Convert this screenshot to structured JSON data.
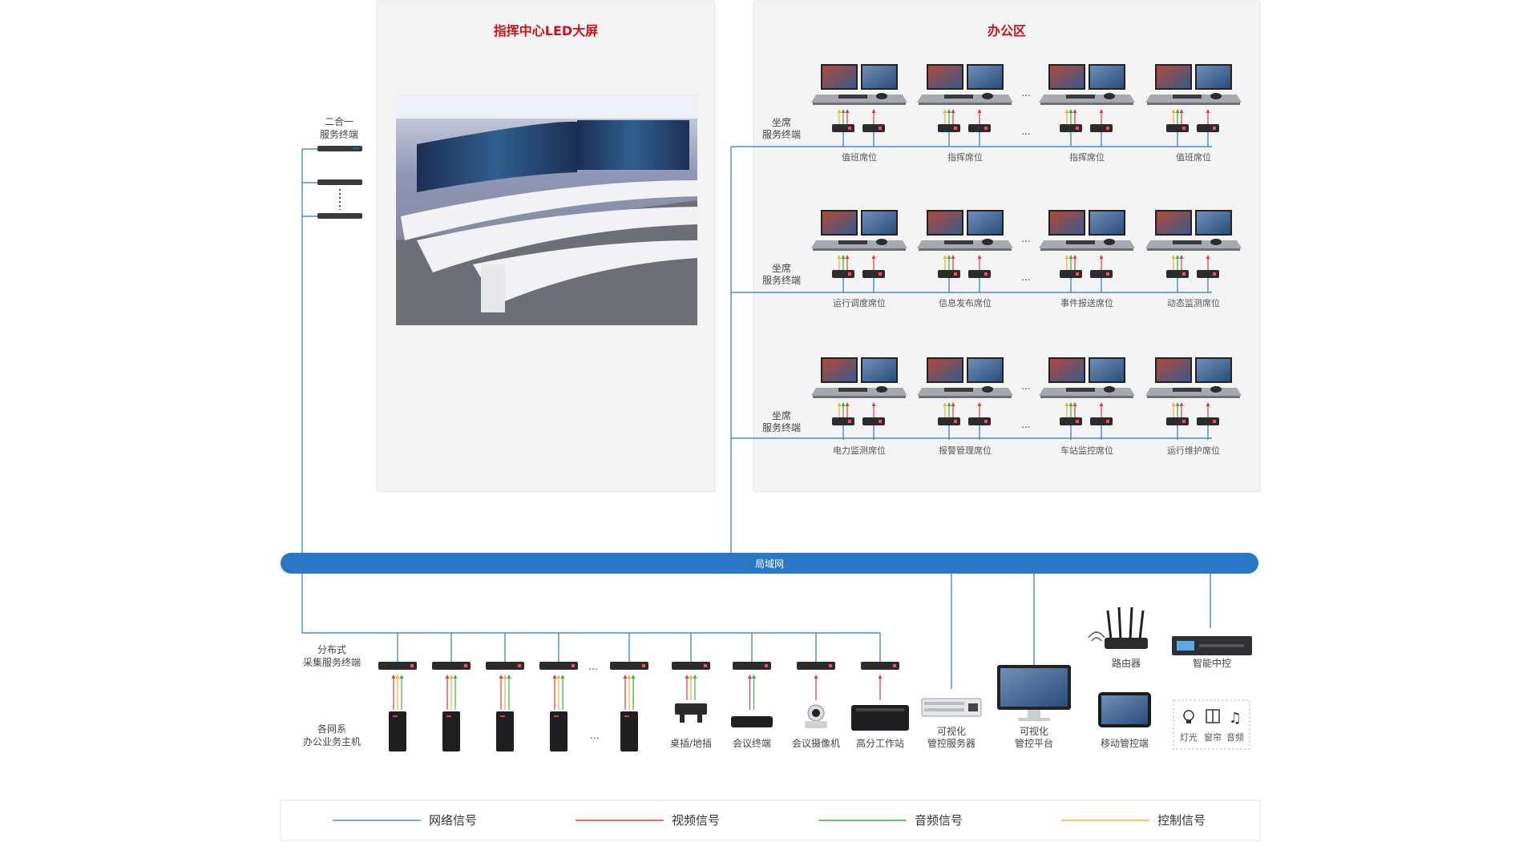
{
  "panels": {
    "command_center_title": "指挥中心LED大屏",
    "office_title": "办公区"
  },
  "left_servers": {
    "label_line1": "二合一",
    "label_line2": "服务终端"
  },
  "office": {
    "seat_terminal_line1": "坐席",
    "seat_terminal_line2": "服务终端",
    "ellipsis": "...",
    "rows": [
      {
        "seats": [
          "值班席位",
          "指挥席位",
          "指挥席位",
          "值班席位"
        ]
      },
      {
        "seats": [
          "运行调度席位",
          "信息发布席位",
          "事件报送席位",
          "动态监测席位"
        ]
      },
      {
        "seats": [
          "电力监测席位",
          "报警管理席位",
          "车站监控席位",
          "运行维护席位"
        ]
      }
    ]
  },
  "network": {
    "bus_label": "局域网"
  },
  "bottom": {
    "collector_line1": "分布式",
    "collector_line2": "采集服务终端",
    "host_line1": "各网系",
    "host_line2": "办公业务主机",
    "ellipsis": "...",
    "devices": [
      {
        "label": "桌插/地插"
      },
      {
        "label": "会议终端"
      },
      {
        "label": "会议摄像机"
      },
      {
        "label": "高分工作站"
      }
    ],
    "vis_server_line1": "可视化",
    "vis_server_line2": "管控服务器",
    "vis_platform_line1": "可视化",
    "vis_platform_line2": "管控平台",
    "router_label": "路由器",
    "mobile_label": "移动管控端",
    "smart_control_label": "智能中控",
    "control_items": [
      "灯光",
      "窗帘",
      "音频"
    ]
  },
  "legend": {
    "items": [
      {
        "label": "网络信号",
        "color": "#4a8fd4"
      },
      {
        "label": "视频信号",
        "color": "#e23b3b"
      },
      {
        "label": "音频信号",
        "color": "#36b24a"
      },
      {
        "label": "控制信号",
        "color": "#f5b233"
      }
    ]
  },
  "colors": {
    "network": "#2a78c5",
    "video": "#e23b3b",
    "audio": "#36b24a",
    "control": "#f5b233",
    "title_red": "#c8121e"
  }
}
